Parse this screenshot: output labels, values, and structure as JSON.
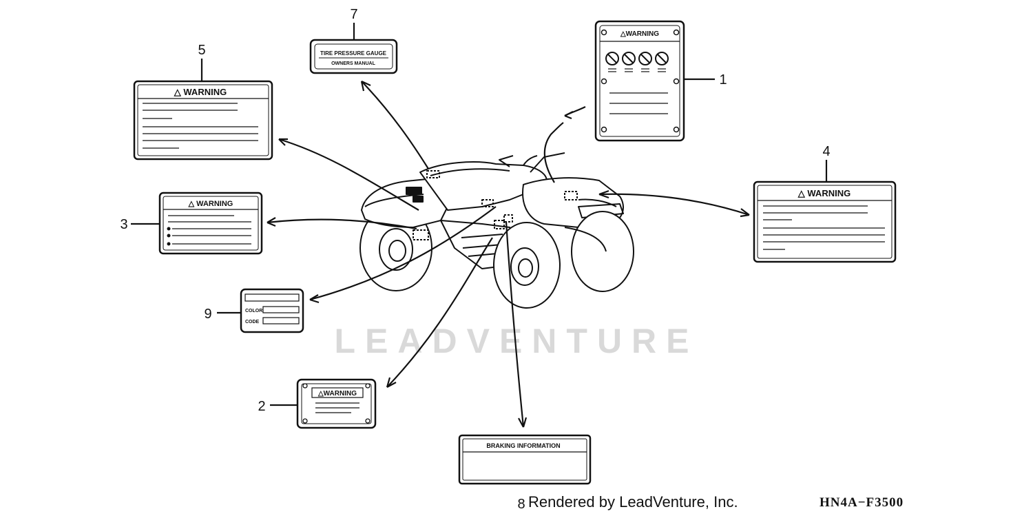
{
  "labels": {
    "l1": {
      "number": "1",
      "heading": "△WARNING"
    },
    "l2": {
      "number": "2",
      "heading": "△WARNING"
    },
    "l3": {
      "number": "3",
      "heading": "△ WARNING"
    },
    "l4": {
      "number": "4",
      "heading": "△ WARNING"
    },
    "l5": {
      "number": "5",
      "heading": "△ WARNING"
    },
    "l7": {
      "number": "7",
      "line1": "TIRE PRESSURE GAUGE",
      "line2": "OWNERS MANUAL"
    },
    "l8": {
      "number": "8",
      "heading": "BRAKING INFORMATION"
    },
    "l9": {
      "number": "9",
      "field1": "COLOR",
      "field2": "CODE"
    }
  },
  "watermark": "LEADVENTURE",
  "footer": {
    "rendered_by": "Rendered by LeadVenture, Inc.",
    "diagram_code": "HN4A−F3500"
  }
}
